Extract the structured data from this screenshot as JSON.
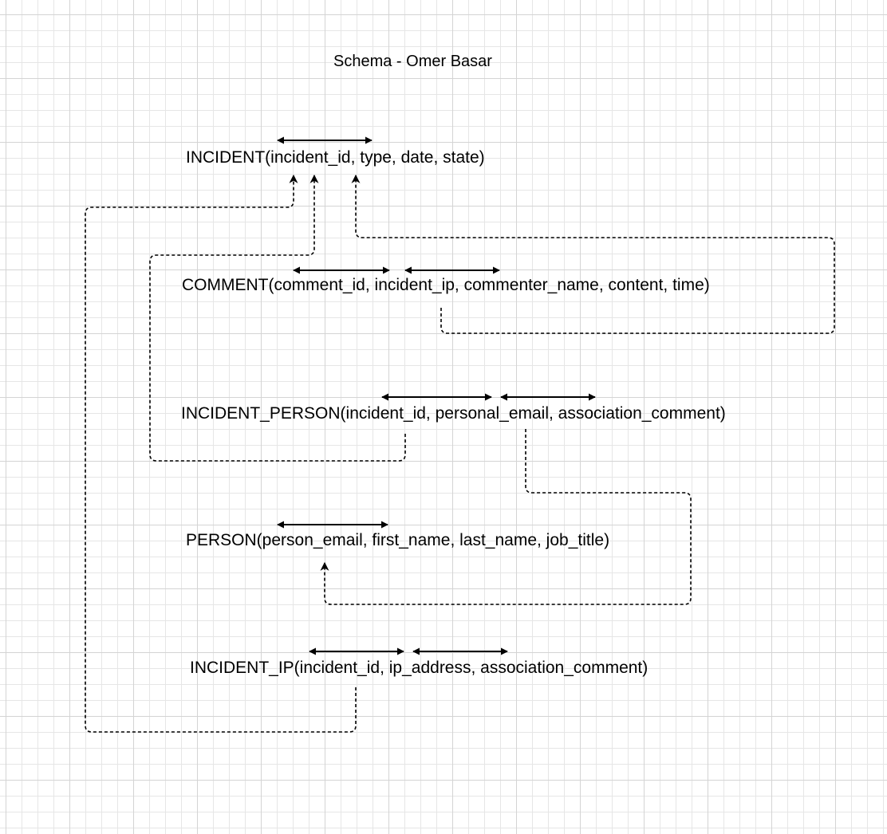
{
  "diagram": {
    "title": "Schema - Omer Basar",
    "relations": [
      {
        "id": "incident",
        "text": "INCIDENT(incident_id, type, date, state)"
      },
      {
        "id": "comment",
        "text": "COMMENT(comment_id, incident_ip, commenter_name, content, time)"
      },
      {
        "id": "incident-person",
        "text": "INCIDENT_PERSON(incident_id, personal_email, association_comment)"
      },
      {
        "id": "person",
        "text": "PERSON(person_email, first_name, last_name, job_title)"
      },
      {
        "id": "incident-ip",
        "text": "INCIDENT_IP(incident_id, ip_address, association_comment)"
      }
    ],
    "colors": {
      "line": "#000000",
      "grid": "#e6e6e6",
      "background": "#ffffff"
    }
  }
}
